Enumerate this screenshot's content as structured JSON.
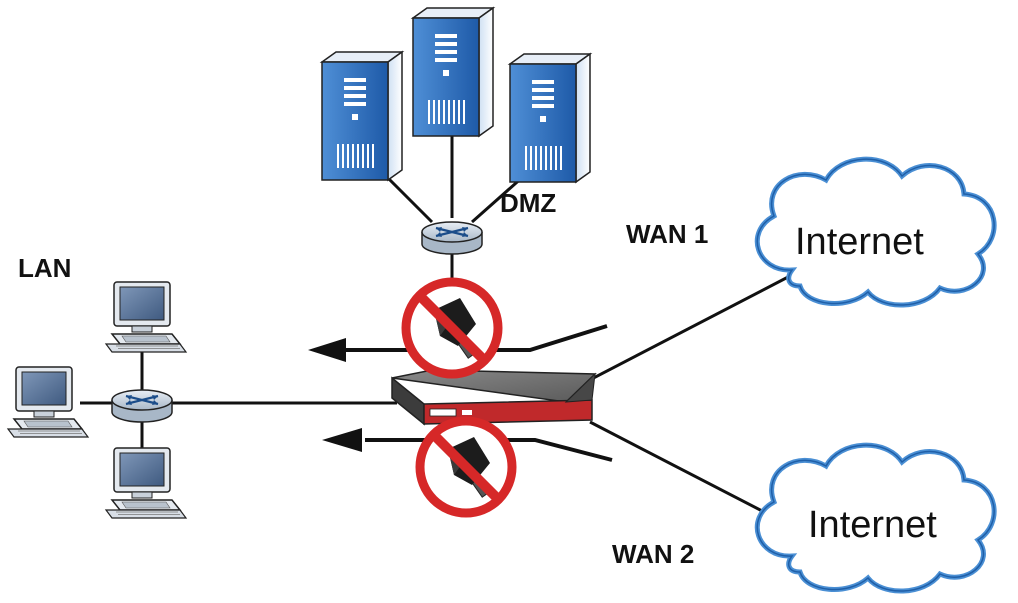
{
  "labels": {
    "dmz": "DMZ",
    "lan": "LAN",
    "wan1": "WAN 1",
    "wan2": "WAN 2",
    "internet1": "Internet",
    "internet2": "Internet"
  },
  "colors": {
    "server_blue": "#2a6bb6",
    "server_dark": "#1b4d8a",
    "cloud_outline": "#3b7fc4",
    "prohibit_red": "#d62828",
    "firewall_red": "#c0292b",
    "line": "#111111"
  },
  "icons": [
    "server-icon",
    "switch-icon",
    "computer-icon",
    "firewall-device-icon",
    "cloud-icon",
    "no-entry-icon",
    "arrow-icon"
  ]
}
